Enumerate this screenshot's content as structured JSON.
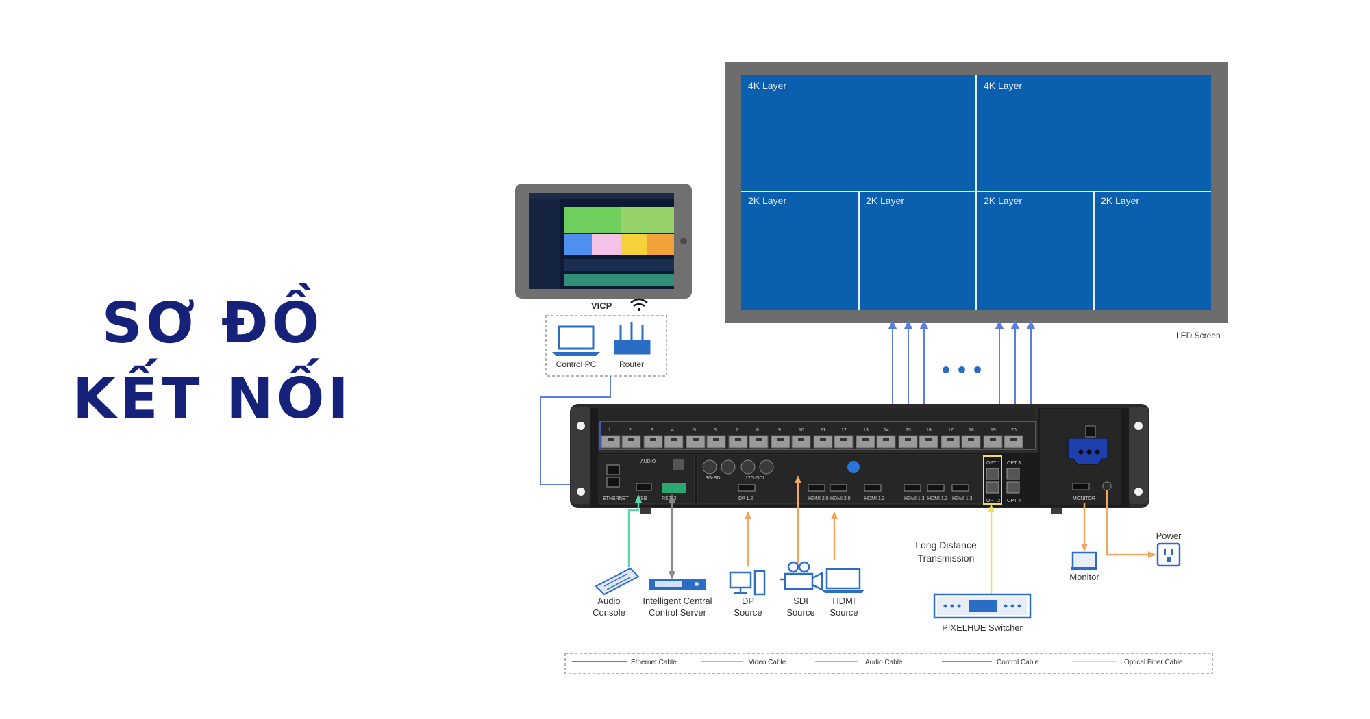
{
  "title": {
    "line1": "SƠ ĐỒ",
    "line2": "KẾT NỐI"
  },
  "screen": {
    "label": "LED Screen",
    "top_layers": [
      "4K Layer",
      "4K Layer"
    ],
    "bottom_layers": [
      "2K Layer",
      "2K Layer",
      "2K Layer",
      "2K Layer"
    ]
  },
  "tablet": {
    "label": "VICP"
  },
  "network": {
    "pc_label": "Control PC",
    "router_label": "Router"
  },
  "device": {
    "output_ports": [
      "1",
      "2",
      "3",
      "4",
      "5",
      "6",
      "7",
      "8",
      "9",
      "10",
      "11",
      "12",
      "13",
      "14",
      "15",
      "16",
      "17",
      "18",
      "19",
      "20"
    ],
    "left_labels": {
      "ethernet": "ETHERNET",
      "usb": "USB",
      "rs232": "RS232",
      "audio": "AUDIO"
    },
    "input_labels": [
      "DP 1.2",
      "HDMI 2.0",
      "HDMI 2.0",
      "HDMI 1.3",
      "HDMI 1.3",
      "HDMI 1.3",
      "HDMI 1.3"
    ],
    "sdi_labels": [
      "3G-SDI",
      "12G-SDI"
    ],
    "opt_labels": [
      "OPT 1",
      "OPT 2",
      "OPT 3",
      "OPT 4"
    ],
    "monitor_label": "MONITOR"
  },
  "sources": {
    "audio_console": [
      "Audio",
      "Console"
    ],
    "central_server": [
      "Intelligent Central",
      "Control Server"
    ],
    "dp": [
      "DP",
      "Source"
    ],
    "sdi": [
      "SDI",
      "Source"
    ],
    "hdmi": [
      "HDMI",
      "Source"
    ],
    "long_distance": [
      "Long Distance",
      "Transmission"
    ],
    "switcher": "PIXELHUE Switcher",
    "monitor": "Monitor",
    "power": "Power"
  },
  "legend": [
    {
      "label": "Ethernet Cable",
      "color": "#5b7fe0"
    },
    {
      "label": "Video Cable",
      "color": "#f0a860"
    },
    {
      "label": "Audio Cable",
      "color": "#5fd6a8"
    },
    {
      "label": "Control Cable",
      "color": "#8a8a8a"
    },
    {
      "label": "Optical Fiber Cable",
      "color": "#f2dc5a"
    }
  ],
  "colors": {
    "title": "#16217a",
    "screen_blue": "#0a5fae",
    "screen_frame": "#6d6d6d",
    "ethernet": "#5b7fe0",
    "video": "#f0a860",
    "audio": "#5fd6a8",
    "control": "#8a8a8a",
    "fiber": "#f2dc5a",
    "icon_blue": "#2b6cc4"
  }
}
